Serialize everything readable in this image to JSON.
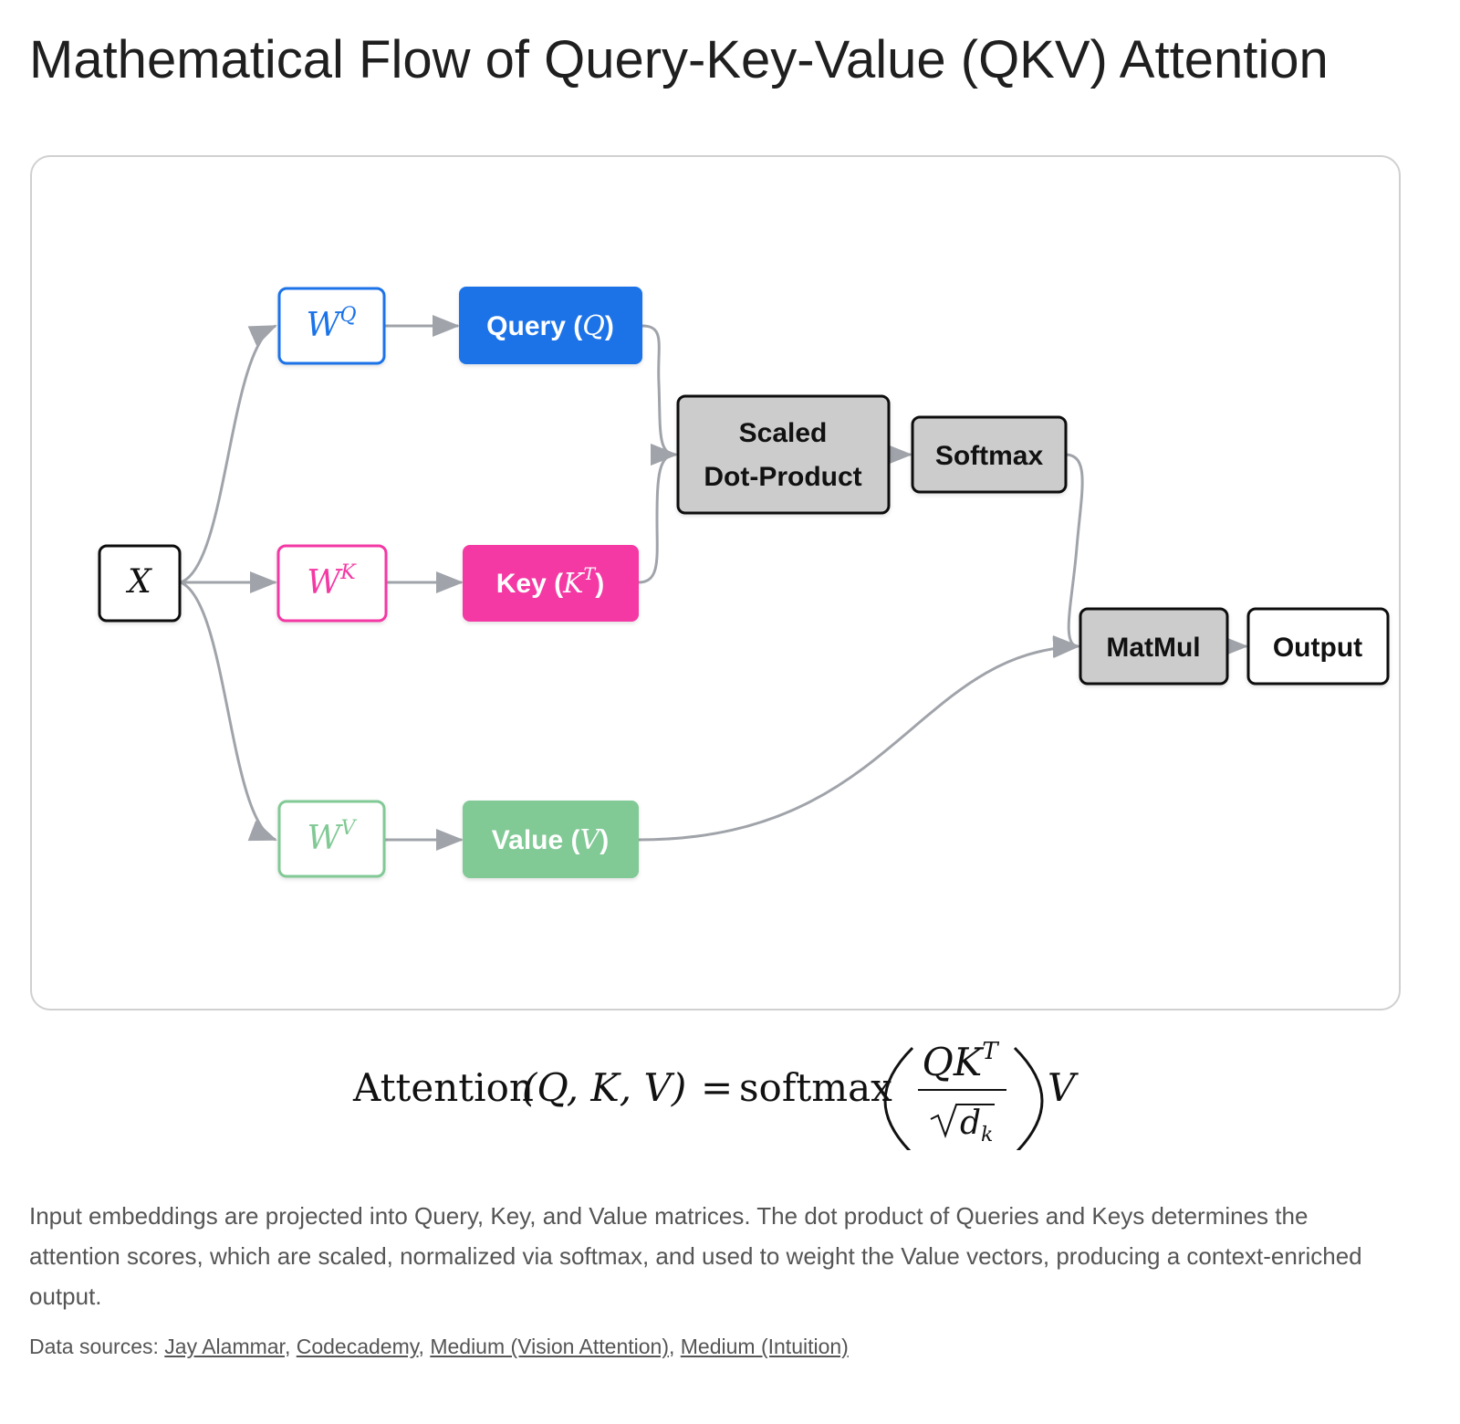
{
  "title": "Mathematical Flow of Query-Key-Value (QKV) Attention",
  "colors": {
    "query": "#1a73e8",
    "key": "#f439a4",
    "value": "#81c995",
    "process": "#cccccc",
    "edge": "#a0a4aa",
    "border": "#111111"
  },
  "nodes": {
    "x": {
      "var": "X"
    },
    "wq": {
      "base": "W",
      "sup": "Q"
    },
    "wk": {
      "base": "W",
      "sup": "K"
    },
    "wv": {
      "base": "W",
      "sup": "V"
    },
    "query": {
      "label": "Query (",
      "var": "Q",
      "close": ")"
    },
    "key": {
      "label": "Key (",
      "var": "K",
      "sup": "T",
      "close": ")"
    },
    "value": {
      "label": "Value (",
      "var": "V",
      "close": ")"
    },
    "scaled_line1": "Scaled",
    "scaled_line2": "Dot-Product",
    "softmax": "Softmax",
    "matmul": "MatMul",
    "output": "Output"
  },
  "formula": {
    "lhs_name": "Attention",
    "lhs_args": "(Q, K, V)",
    "equals": "=",
    "fn": "softmax",
    "numerator": "QK",
    "numerator_sup": "T",
    "denominator_var": "d",
    "denominator_sub": "k",
    "tail": "V"
  },
  "description": "Input embeddings are projected into Query, Key, and Value matrices. The dot product of Queries and Keys determines the attention scores, which are scaled, normalized via softmax, and used to weight the Value vectors, producing a context-enriched output.",
  "sources": {
    "prefix": "Data sources:",
    "links": [
      "Jay Alammar",
      "Codecademy",
      "Medium (Vision Attention)",
      "Medium (Intuition)"
    ],
    "separator": ","
  }
}
